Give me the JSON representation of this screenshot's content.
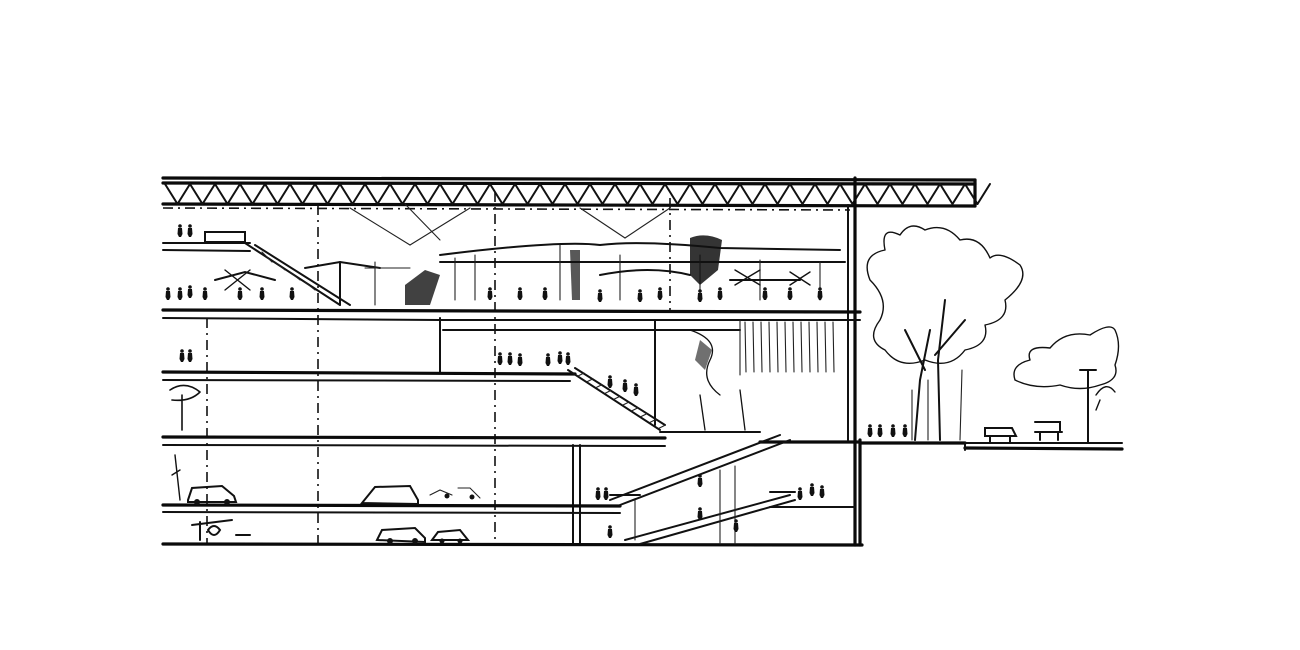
{
  "drawing": {
    "kind": "architectural-section-sketch",
    "style": "black ink on white",
    "colors": {
      "ink": "#111111",
      "paper": "#ffffff"
    },
    "elements": [
      "roof-truss",
      "upper-market-level",
      "mezzanine-levels",
      "staircases",
      "parking-level-cars",
      "lower-parking-level",
      "street-level-trees",
      "street-benches",
      "lamp-post",
      "people-figures"
    ]
  }
}
